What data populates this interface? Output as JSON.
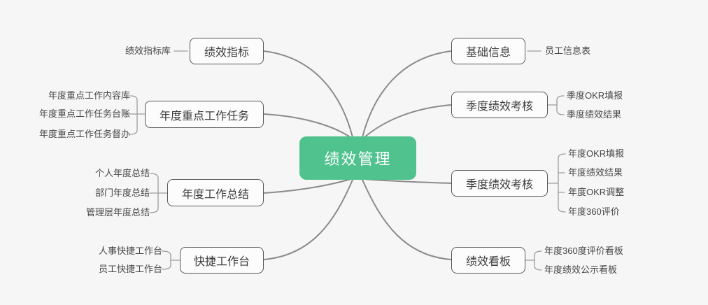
{
  "root": {
    "label": "绩效管理"
  },
  "colors": {
    "background": "#f6f6f6",
    "root_bg": "#4FC28E",
    "root_text": "#ffffff",
    "branch_line": "#8b8b8b",
    "leaf_line": "#9c9c9c",
    "box_border": "#585858",
    "box_text": "#3d3d3d"
  },
  "left_branches": [
    {
      "label": "绩效指标",
      "children": [
        "绩效指标库"
      ]
    },
    {
      "label": "年度重点工作任务",
      "children": [
        "年度重点工作内容库",
        "年度重点工作任务台账",
        "年度重点工作任务督办"
      ]
    },
    {
      "label": "年度工作总结",
      "children": [
        "个人年度总结",
        "部门年度总结",
        "管理层年度总结"
      ]
    },
    {
      "label": "快捷工作台",
      "children": [
        "人事快捷工作台",
        "员工快捷工作台"
      ]
    }
  ],
  "right_branches": [
    {
      "label": "基础信息",
      "children": [
        "员工信息表"
      ]
    },
    {
      "label": "季度绩效考核",
      "children": [
        "季度OKR填报",
        "季度绩效结果"
      ]
    },
    {
      "label": "季度绩效考核",
      "children": [
        "年度OKR填报",
        "年度绩效结果",
        "年度OKR调整",
        "年度360评价"
      ]
    },
    {
      "label": "绩效看板",
      "children": [
        "年度360度评价看板",
        "年度绩效公示看板"
      ]
    }
  ]
}
